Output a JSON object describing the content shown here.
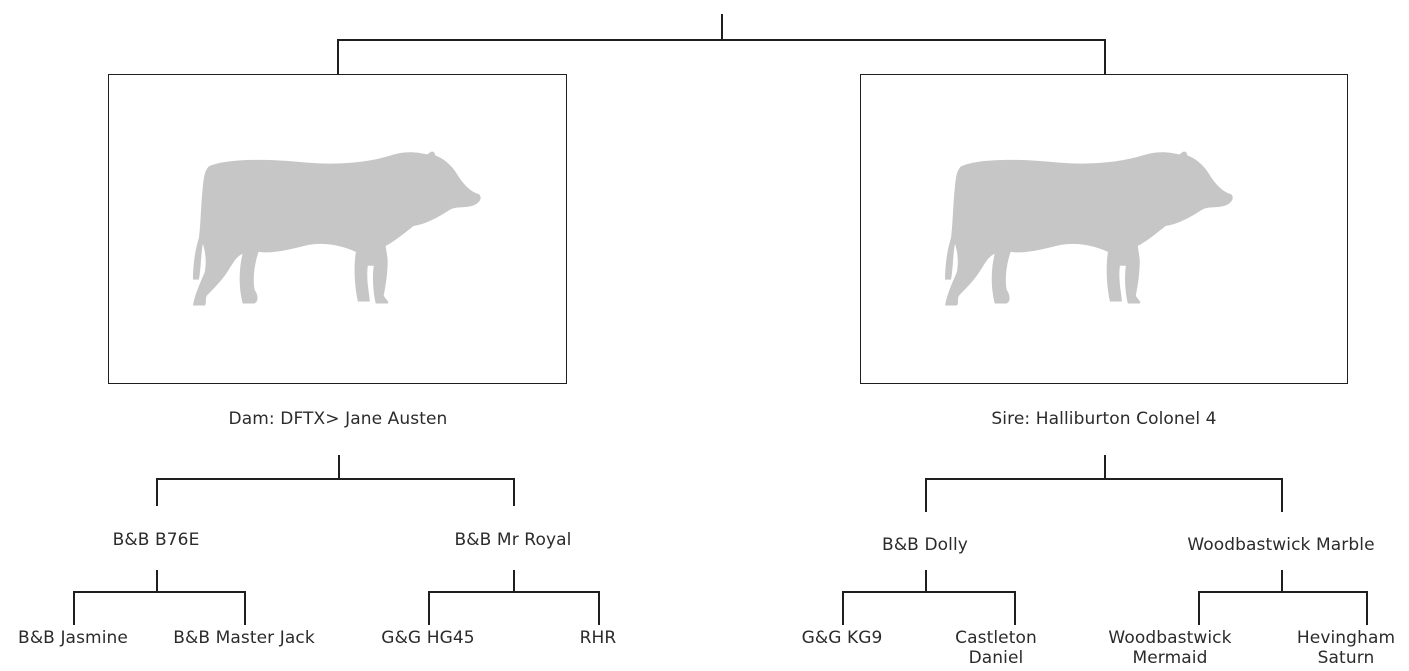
{
  "pedigree": {
    "dam": {
      "label": "Dam: DFTX> Jane Austen",
      "photo_icon": "cow-silhouette-icon",
      "parents": [
        {
          "label": "B&B B76E",
          "parents": [
            {
              "label": "B&B Jasmine"
            },
            {
              "label": "B&B Master Jack"
            }
          ]
        },
        {
          "label": "B&B Mr Royal",
          "parents": [
            {
              "label": "G&G HG45"
            },
            {
              "label": "RHR"
            }
          ]
        }
      ]
    },
    "sire": {
      "label": "Sire: Halliburton Colonel 4",
      "photo_icon": "cow-silhouette-icon",
      "parents": [
        {
          "label": "B&B Dolly",
          "parents": [
            {
              "label": "G&G KG9"
            },
            {
              "label": "Castleton Daniel"
            }
          ]
        },
        {
          "label": "Woodbastwick Marble",
          "parents": [
            {
              "label": "Woodbastwick Mermaid"
            },
            {
              "label": "Hevingham Saturn"
            }
          ]
        }
      ]
    }
  },
  "colors": {
    "line": "#1f1f1f",
    "text": "#2b2b2b",
    "silhouette": "#c6c6c6"
  }
}
